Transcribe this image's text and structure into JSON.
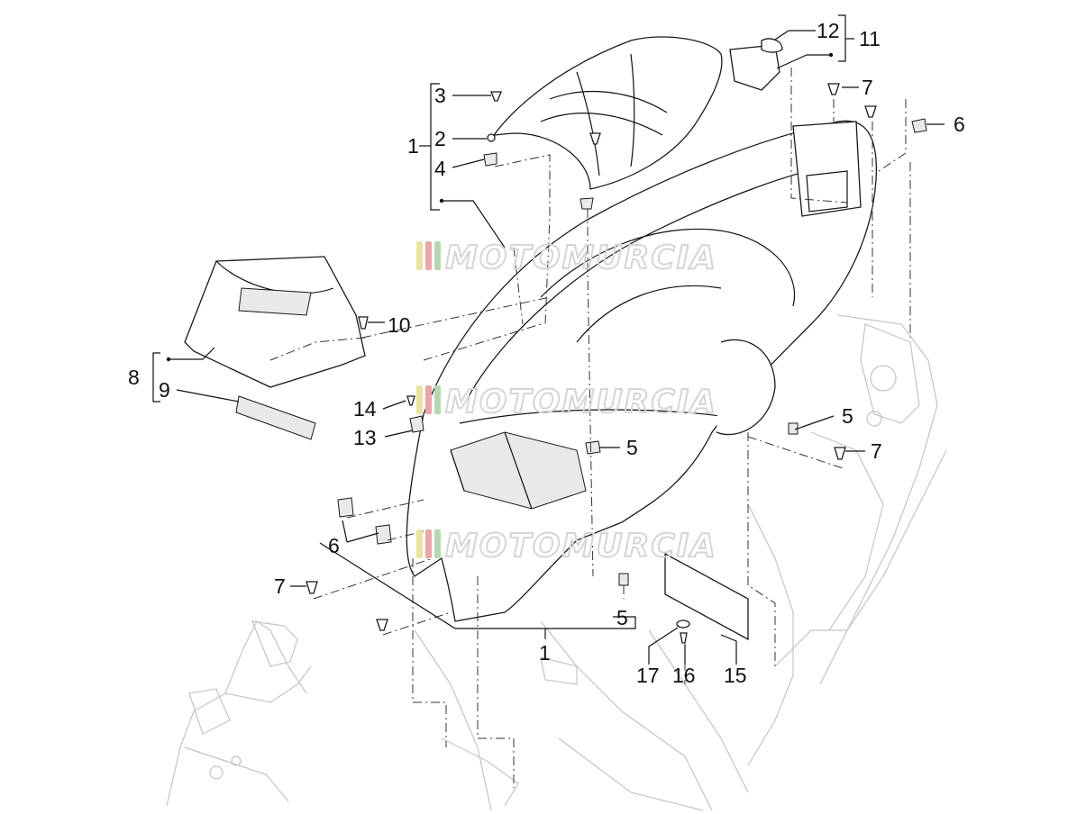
{
  "watermark": {
    "text": "MOTOMURCIA",
    "stripe_colors": [
      "#e8e3a0",
      "#e9a7a7",
      "#b7d7b3"
    ]
  },
  "callouts": [
    {
      "id": "c1a",
      "text": "1"
    },
    {
      "id": "c1b",
      "text": "1"
    },
    {
      "id": "c2",
      "text": "2"
    },
    {
      "id": "c3",
      "text": "3"
    },
    {
      "id": "c4",
      "text": "4"
    },
    {
      "id": "c5a",
      "text": "5"
    },
    {
      "id": "c5b",
      "text": "5"
    },
    {
      "id": "c5c",
      "text": "5"
    },
    {
      "id": "c6a",
      "text": "6"
    },
    {
      "id": "c6b",
      "text": "6"
    },
    {
      "id": "c7a",
      "text": "7"
    },
    {
      "id": "c7b",
      "text": "7"
    },
    {
      "id": "c7c",
      "text": "7"
    },
    {
      "id": "c8",
      "text": "8"
    },
    {
      "id": "c9",
      "text": "9"
    },
    {
      "id": "c10",
      "text": "10"
    },
    {
      "id": "c11",
      "text": "11"
    },
    {
      "id": "c12",
      "text": "12"
    },
    {
      "id": "c13",
      "text": "13"
    },
    {
      "id": "c14",
      "text": "14"
    },
    {
      "id": "c15",
      "text": "15"
    },
    {
      "id": "c16",
      "text": "16"
    },
    {
      "id": "c17",
      "text": "17"
    }
  ]
}
